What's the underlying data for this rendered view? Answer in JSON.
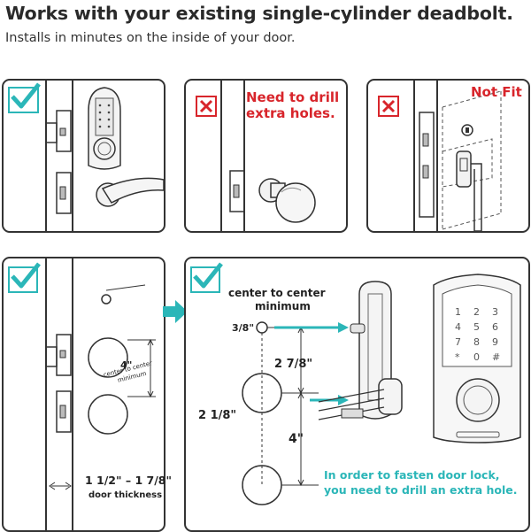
{
  "header": {
    "title": "Works with your existing single-cylinder deadbolt.",
    "subtitle": "Installs in minutes on the inside of your door."
  },
  "panels": {
    "works": {
      "status": "check"
    },
    "drill": {
      "status": "x",
      "note_line1": "Need to drill",
      "note_line2": "extra holes."
    },
    "notfit": {
      "status": "x",
      "note": "Not Fit"
    },
    "measure": {
      "status": "check",
      "spacing_value": "4\"",
      "spacing_note_1": "center to center",
      "spacing_note_2": "minimum",
      "thickness_range": "1 1/2\" – 1 7/8\"",
      "thickness_label": "door thickness"
    },
    "install": {
      "status": "check",
      "title_line1": "center to center",
      "title_line2": "minimum",
      "dim_small_hole": "3/8\"",
      "dim_upper": "2 7/8\"",
      "dim_hole": "2 1/8\"",
      "dim_lower": "4\"",
      "note_line1": "In order to fasten door lock,",
      "note_line2": "you need to drill an extra hole.",
      "keypad": [
        "1",
        "2",
        "3",
        "4",
        "5",
        "6",
        "7",
        "8",
        "9",
        "*",
        "0",
        "#"
      ]
    }
  },
  "colors": {
    "accent_teal": "#2bb6b8",
    "warning_red": "#d8252b",
    "outline": "#333333"
  }
}
